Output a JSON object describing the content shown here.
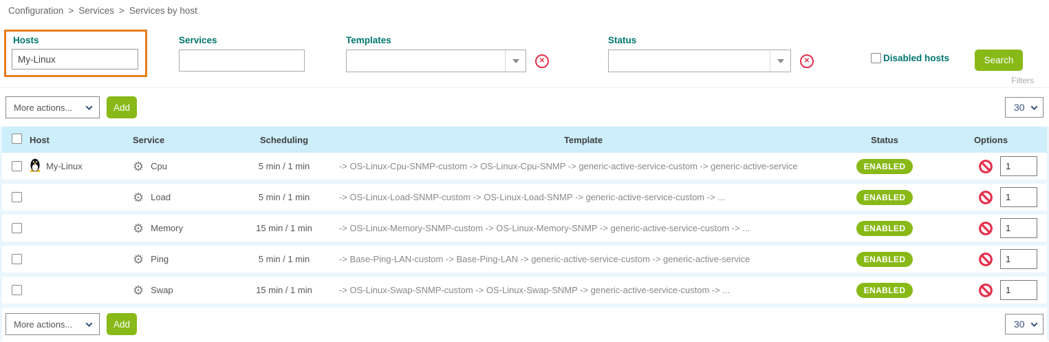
{
  "breadcrumb": {
    "separator": ">",
    "items": [
      "Configuration",
      "Services",
      "Services by host"
    ]
  },
  "filters": {
    "hosts": {
      "label": "Hosts",
      "value": "My-Linux"
    },
    "services": {
      "label": "Services",
      "value": ""
    },
    "templates": {
      "label": "Templates",
      "value": ""
    },
    "status": {
      "label": "Status",
      "value": ""
    },
    "disabled_hosts_label": "Disabled hosts",
    "search_label": "Search",
    "filters_caption": "Filters"
  },
  "toolbar": {
    "more_actions_label": "More actions...",
    "add_label": "Add",
    "page_size": "30"
  },
  "table": {
    "headers": {
      "host": "Host",
      "service": "Service",
      "scheduling": "Scheduling",
      "template": "Template",
      "status": "Status",
      "options": "Options"
    },
    "rows": [
      {
        "host": "My-Linux",
        "service": "Cpu",
        "scheduling": "5 min / 1 min",
        "template": "-> OS-Linux-Cpu-SNMP-custom -> OS-Linux-Cpu-SNMP -> generic-active-service-custom -> generic-active-service",
        "status": "ENABLED",
        "options_value": "1"
      },
      {
        "host": "",
        "service": "Load",
        "scheduling": "5 min / 1 min",
        "template": "-> OS-Linux-Load-SNMP-custom -> OS-Linux-Load-SNMP -> generic-active-service-custom -> ...",
        "status": "ENABLED",
        "options_value": "1"
      },
      {
        "host": "",
        "service": "Memory",
        "scheduling": "15 min / 1 min",
        "template": "-> OS-Linux-Memory-SNMP-custom -> OS-Linux-Memory-SNMP -> generic-active-service-custom -> ...",
        "status": "ENABLED",
        "options_value": "1"
      },
      {
        "host": "",
        "service": "Ping",
        "scheduling": "5 min / 1 min",
        "template": "-> Base-Ping-LAN-custom -> Base-Ping-LAN -> generic-active-service-custom -> generic-active-service",
        "status": "ENABLED",
        "options_value": "1"
      },
      {
        "host": "",
        "service": "Swap",
        "scheduling": "15 min / 1 min",
        "template": "-> OS-Linux-Swap-SNMP-custom -> OS-Linux-Swap-SNMP -> generic-active-service-custom -> ...",
        "status": "ENABLED",
        "options_value": "1"
      }
    ]
  },
  "icons": {
    "gear": "⚙",
    "clear": "✕"
  },
  "colors": {
    "accent_green": "#88b917",
    "teal_label": "#00756e",
    "orange_highlight": "#e87d1e",
    "header_blue": "#cdeefb",
    "row_separator_blue": "#eaf6fd",
    "clear_red": "#e5304c",
    "navy_select": "#33527b"
  }
}
